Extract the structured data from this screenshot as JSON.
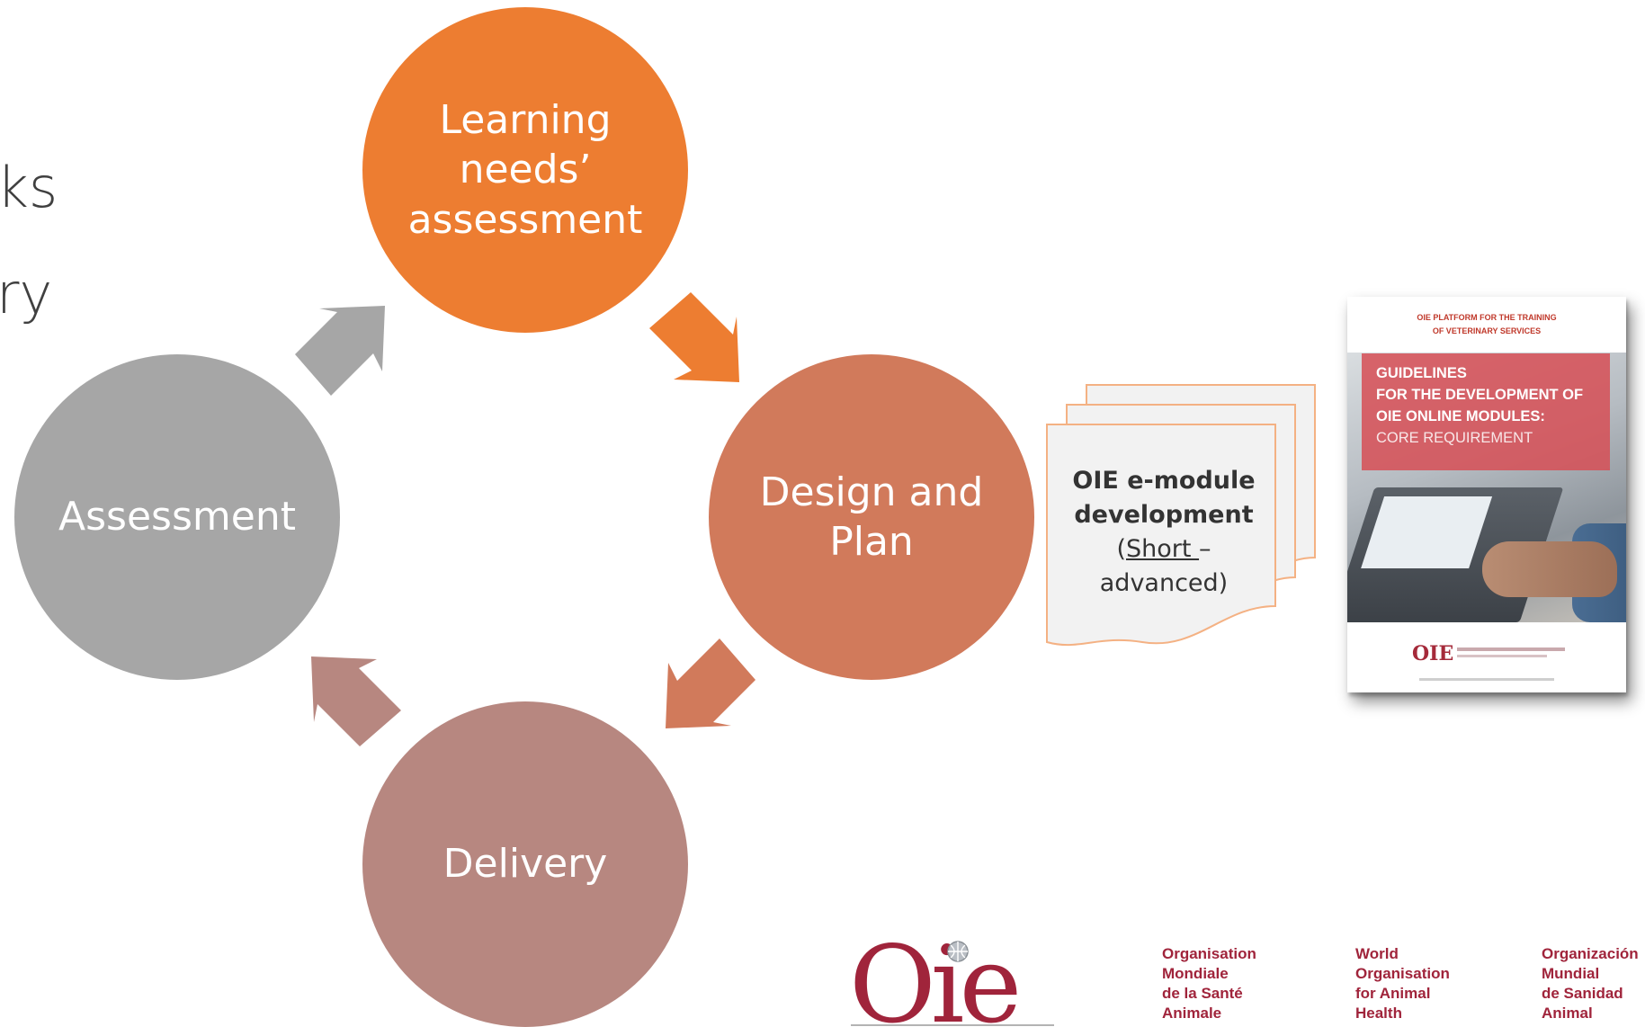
{
  "left_fragments": [
    "ks",
    "ry"
  ],
  "cycle": {
    "learning_needs": {
      "label": "Learning\nneeds’\nassessment",
      "color": "#ED7D31"
    },
    "design_plan": {
      "label": "Design and\nPlan",
      "color": "#D17A5B"
    },
    "delivery": {
      "label": "Delivery",
      "color": "#B78780"
    },
    "assessment": {
      "label": "Assessment",
      "color": "#A6A6A6"
    }
  },
  "arrows": {
    "to_learning": "#A6A6A6",
    "to_design": "#ED7D31",
    "to_delivery": "#D17A5B",
    "to_assessment": "#B78780"
  },
  "document_stack": {
    "title": "OIE e-module development",
    "open_paren": "(",
    "short": "Short ",
    "rest": "–\nadvanced)"
  },
  "cover": {
    "top_line1": "OIE PLATFORM FOR THE TRAINING",
    "top_line2": "OF VETERINARY SERVICES",
    "band_lines": [
      "GUIDELINES",
      "FOR THE DEVELOPMENT OF",
      "OIE ONLINE MODULES:"
    ],
    "band_subtitle": "CORE REQUIREMENT"
  },
  "footer": {
    "logo_text": "Oie",
    "orgs": [
      [
        "Organisation",
        "Mondiale",
        "de la Santé",
        "Animale"
      ],
      [
        "World",
        "Organisation",
        "for Animal",
        "Health"
      ],
      [
        "Organización",
        "Mundial",
        "de Sanidad",
        "Animal"
      ]
    ]
  }
}
